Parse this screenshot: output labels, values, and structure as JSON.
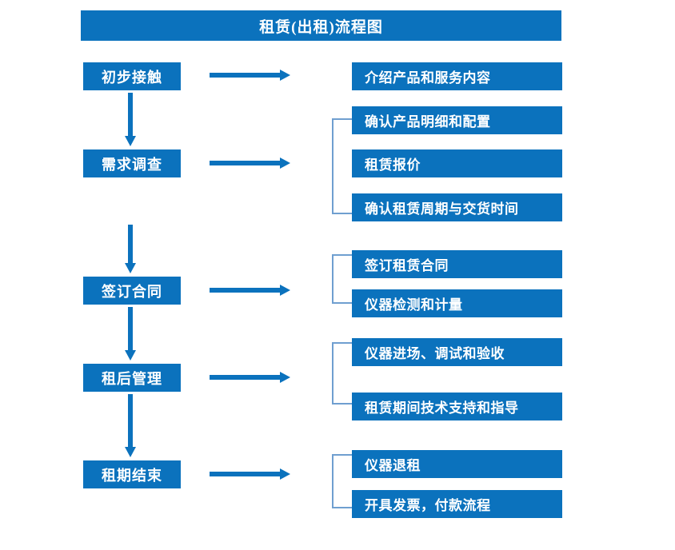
{
  "title": "租赁(出租)流程图",
  "colors": {
    "primary": "#0b72bd",
    "bracket": "#6f9fd0",
    "text": "#ffffff",
    "background": "#ffffff"
  },
  "stages": [
    {
      "label": "初步接触"
    },
    {
      "label": "需求调查"
    },
    {
      "label": "签订合同"
    },
    {
      "label": "租后管理"
    },
    {
      "label": "租期结束"
    }
  ],
  "task_groups": [
    {
      "stage": "初步接触",
      "bracketed": false,
      "tasks": [
        {
          "label": "介绍产品和服务内容"
        }
      ]
    },
    {
      "stage": "需求调查",
      "bracketed": true,
      "tasks": [
        {
          "label": "确认产品明细和配置"
        },
        {
          "label": "租赁报价"
        },
        {
          "label": "确认租赁周期与交货时间"
        }
      ]
    },
    {
      "stage": "签订合同",
      "bracketed": true,
      "tasks": [
        {
          "label": "签订租赁合同"
        },
        {
          "label": "仪器检测和计量"
        }
      ]
    },
    {
      "stage": "租后管理",
      "bracketed": true,
      "tasks": [
        {
          "label": "仪器进场、调试和验收"
        },
        {
          "label": "租赁期间技术支持和指导"
        }
      ]
    },
    {
      "stage": "租期结束",
      "bracketed": true,
      "tasks": [
        {
          "label": "仪器退租"
        },
        {
          "label": "开具发票，付款流程"
        }
      ]
    }
  ],
  "connectors": {
    "down_arrows": 4,
    "right_arrows": 5,
    "brackets": 4
  }
}
